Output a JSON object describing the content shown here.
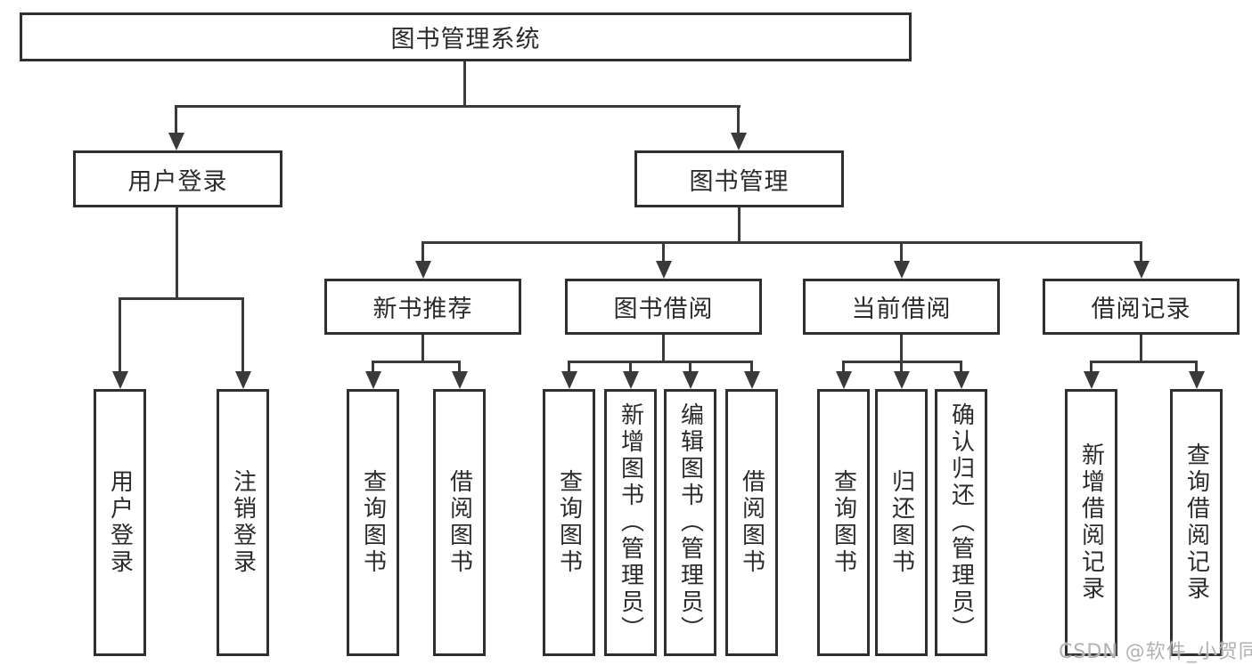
{
  "diagram": {
    "root": "图书管理系统",
    "branches": [
      {
        "label": "用户登录",
        "children": [
          "用户登录",
          "注销登录"
        ]
      },
      {
        "label": "图书管理",
        "sections": [
          {
            "label": "新书推荐",
            "children": [
              "查询图书",
              "借阅图书"
            ]
          },
          {
            "label": "图书借阅",
            "children": [
              "查询图书",
              "新增图书（管理员）",
              "编辑图书（管理员）",
              "借阅图书"
            ]
          },
          {
            "label": "当前借阅",
            "children": [
              "查询图书",
              "归还图书",
              "确认归还（管理员）"
            ]
          },
          {
            "label": "借阅记录",
            "children": [
              "新增借阅记录",
              "查询借阅记录"
            ]
          }
        ]
      }
    ]
  },
  "colors": {
    "line": "#3a3a3a",
    "border": "#2f2f2f",
    "text": "#2b2b2b",
    "watermark": "#b2b2b2",
    "background": "#ffffff"
  },
  "watermark": "CSDN @软件_小贺同学"
}
